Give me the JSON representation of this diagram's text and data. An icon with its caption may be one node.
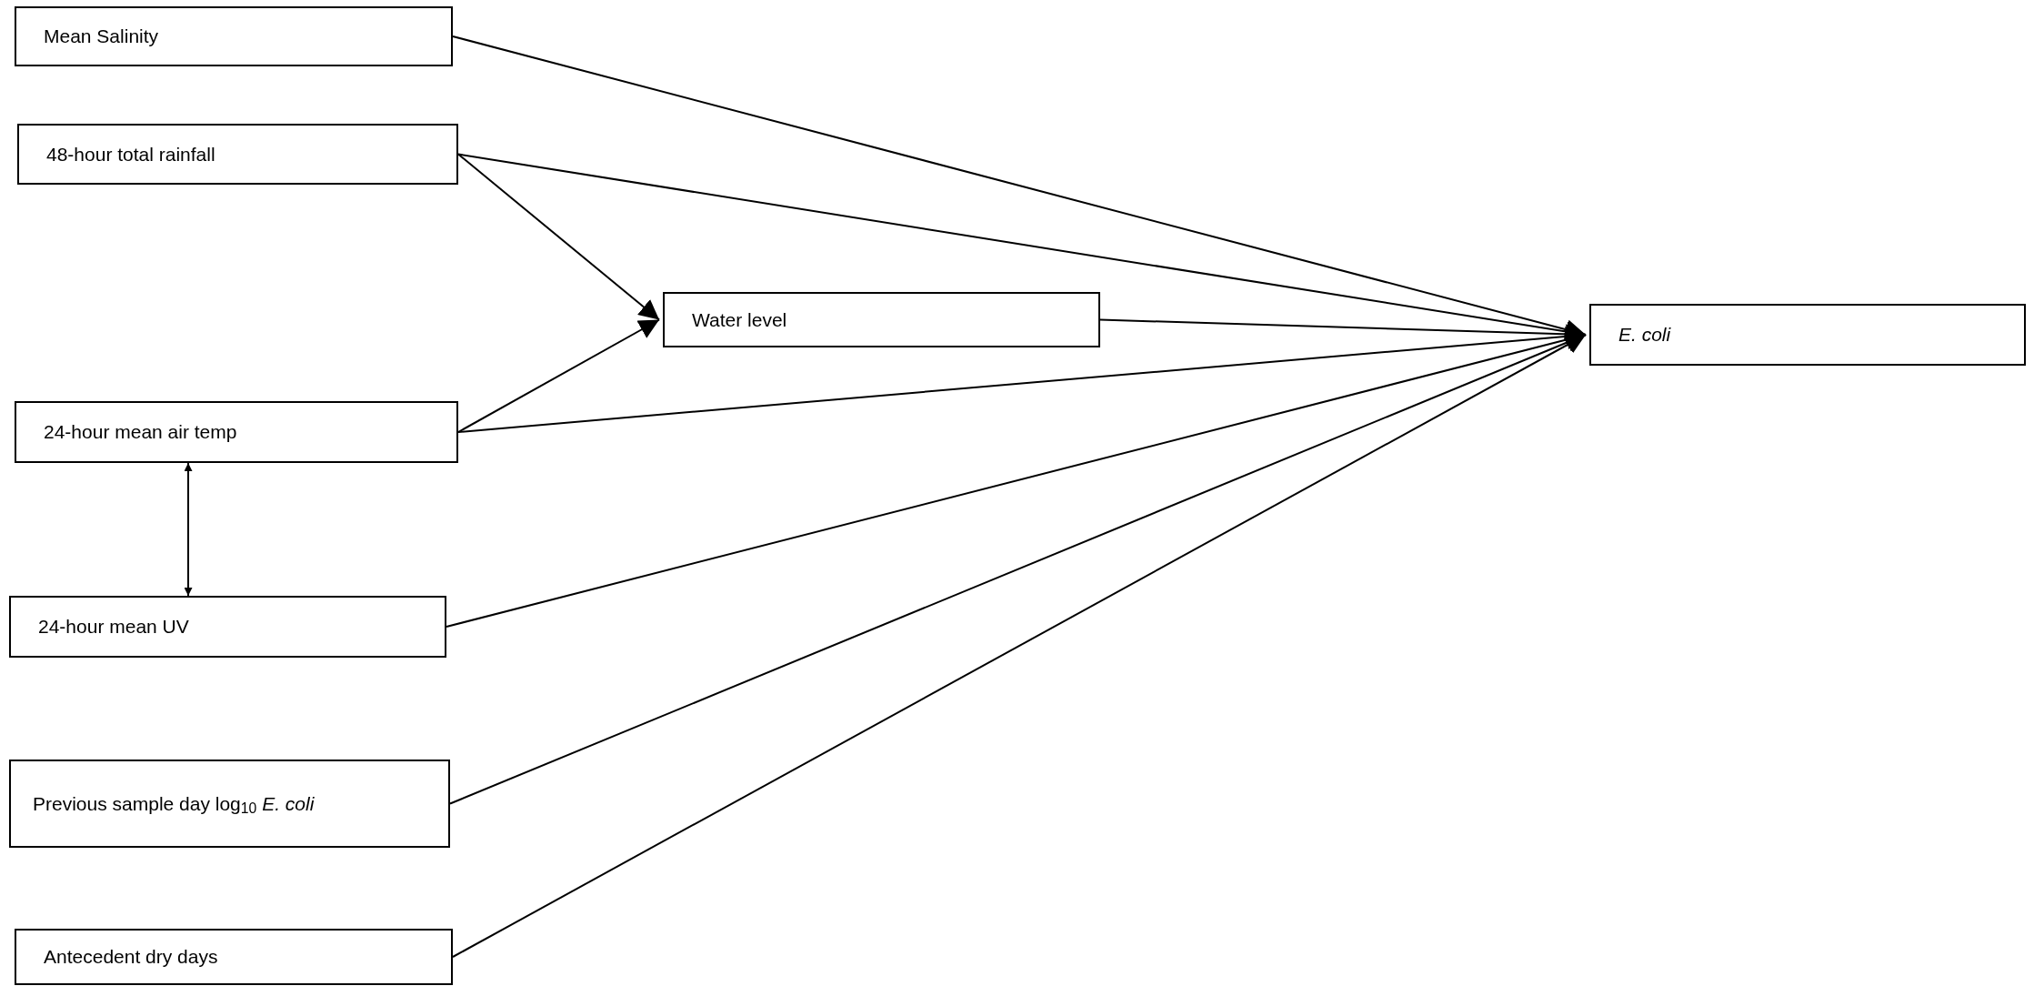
{
  "diagram": {
    "nodes": [
      {
        "text": [
          "Mean Salinity"
        ]
      },
      {
        "text": [
          "48-hour total rainfall"
        ]
      },
      {
        "text": [
          "Water level"
        ]
      },
      {
        "text": [
          "24-hour mean air temp"
        ]
      },
      {
        "text": [
          "24-hour mean UV"
        ]
      },
      {
        "text": [
          "Previous sample day log$_{10}$ *E. coli*"
        ]
      },
      {
        "text": [
          "Antecedent dry days"
        ]
      },
      {
        "text": [
          "E. coli"
        ]
      }
    ],
    "edges": [
      {
        "from": 0,
        "to": 7,
        "arrow": "to"
      },
      {
        "from": 1,
        "to": 7,
        "arrow": "to"
      },
      {
        "from": 1,
        "to": 2,
        "arrow": "to"
      },
      {
        "from": 3,
        "to": 2,
        "arrow": "to"
      },
      {
        "from": 2,
        "to": 7,
        "arrow": "to"
      },
      {
        "from": 3,
        "to": 7,
        "arrow": "to"
      },
      {
        "from": 3,
        "to": 4,
        "arrow": "both"
      },
      {
        "from": 4,
        "to": 7,
        "arrow": "to"
      },
      {
        "from": 5,
        "to": 7,
        "arrow": "to"
      },
      {
        "from": 6,
        "to": 7,
        "arrow": "to"
      }
    ]
  }
}
